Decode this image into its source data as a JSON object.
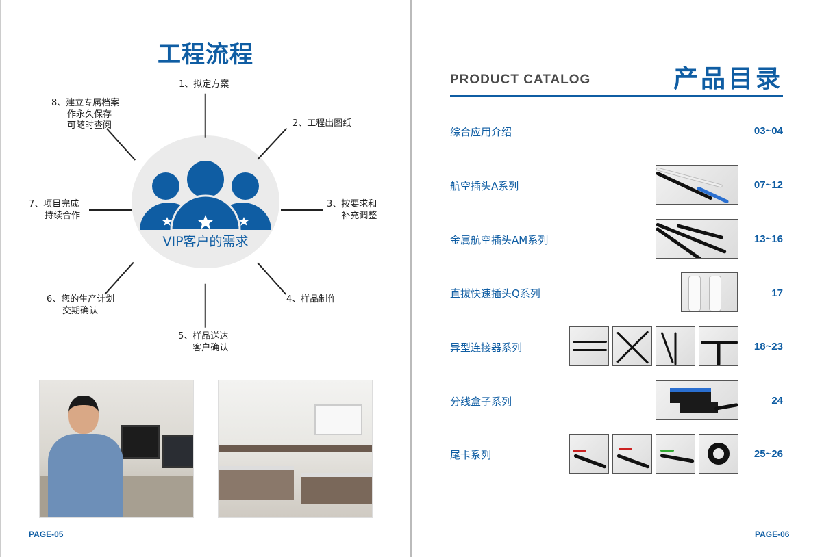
{
  "left_page": {
    "title": "工程流程",
    "center_label": "VIP客户的需求",
    "steps": [
      {
        "lines": [
          "1、拟定方案"
        ]
      },
      {
        "lines": [
          "2、工程出图纸"
        ]
      },
      {
        "lines": [
          "3、按要求和",
          "补充调整"
        ]
      },
      {
        "lines": [
          "4、样品制作"
        ]
      },
      {
        "lines": [
          "5、样品送达",
          "客户确认"
        ]
      },
      {
        "lines": [
          "6、您的生产计划",
          "交期确认"
        ]
      },
      {
        "lines": [
          "7、项目完成",
          "持续合作"
        ]
      },
      {
        "lines": [
          "8、建立专属档案",
          "作永久保存",
          "可随时查阅"
        ]
      }
    ],
    "page_number": "PAGE-05"
  },
  "right_page": {
    "subtitle": "PRODUCT CATALOG",
    "title": "产品目录",
    "accent_color": "#0f5da3",
    "items": [
      {
        "label": "综合应用介绍",
        "pages": "03~04"
      },
      {
        "label": "航空插头A系列",
        "pages": "07~12"
      },
      {
        "label": "金属航空插头AM系列",
        "pages": "13~16"
      },
      {
        "label": "直拔快速插头Q系列",
        "pages": "17"
      },
      {
        "label": "异型连接器系列",
        "pages": "18~23"
      },
      {
        "label": "分线盒子系列",
        "pages": "24"
      },
      {
        "label": "尾卡系列",
        "pages": "25~26"
      }
    ],
    "page_number": "PAGE-06"
  }
}
